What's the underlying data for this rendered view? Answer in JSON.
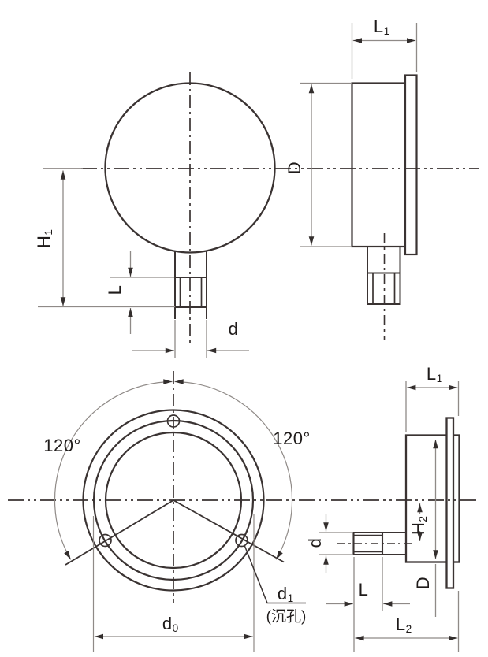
{
  "colors": {
    "main_line": "#3a3332",
    "dim_line": "#8f8a87",
    "text": "#1f1b1a",
    "background": "#ffffff"
  },
  "labels": {
    "front": {
      "h1_base": "H",
      "h1_sub": "1",
      "l": "L",
      "d": "d"
    },
    "side": {
      "l1_base": "L",
      "l1_sub": "1",
      "d_case": "D"
    },
    "back": {
      "angle_left": "120°",
      "angle_right": "120°",
      "d0_base": "d",
      "d0_sub": "0",
      "d1_base": "d",
      "d1_sub": "1",
      "counterbore": "(沉孔)"
    },
    "back_side": {
      "l1_base": "L",
      "l1_sub": "1",
      "h2_base": "H",
      "h2_sub": "2",
      "d_case": "D",
      "d_stem": "d",
      "l": "L",
      "l2_base": "L",
      "l2_sub": "2"
    }
  }
}
